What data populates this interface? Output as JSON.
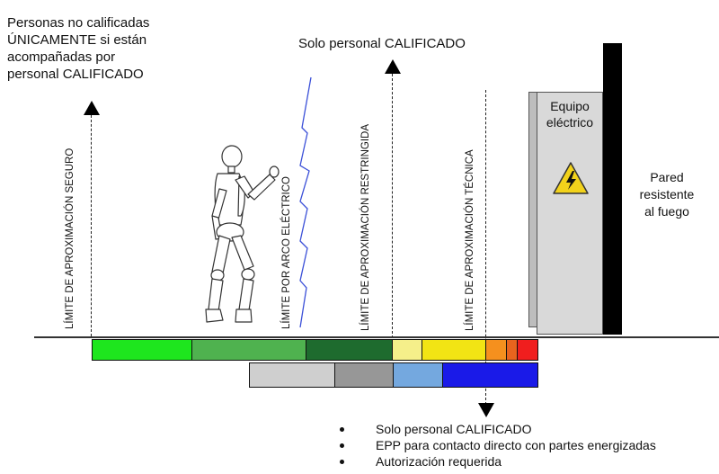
{
  "top_left_note": [
    "Personas no calificadas",
    "ÚNICAMENTE si están",
    "acompañadas por",
    "personal CALIFICADO"
  ],
  "top_center_note": "Solo personal CALIFICADO",
  "boundaries": {
    "seguro": "LÍMITE DE APROXIMACIÓN SEGURO",
    "arco": "LÍMITE POR ARCO ELÉCTRICO",
    "restringida": "LÍMITE DE APROXIMACIÓN RESTRINGIDA",
    "tecnica": "LÍMITE DE APROXIMACIÓN TÉCNICA"
  },
  "equipment": {
    "label": [
      "Equipo",
      "eléctrico"
    ]
  },
  "wall": {
    "label": [
      "Pared",
      "resistente",
      "al fuego"
    ]
  },
  "bullets": [
    "Solo personal CALIFICADO",
    "EPP para contacto directo con partes energizadas",
    "Autorización requerida"
  ],
  "colors": {
    "bright_green": "#1ee61e",
    "mid_green": "#4fb24f",
    "dark_green": "#1e6b2e",
    "light_yellow": "#f5ef8a",
    "yellow": "#f2e414",
    "orange": "#f5901e",
    "dark_orange": "#e8641e",
    "red": "#f01e1e",
    "light_gray": "#cfcfcf",
    "mid_gray": "#979797",
    "light_blue": "#74a8df",
    "blue": "#1a1ae8",
    "equipment_gray": "#d9d9d9",
    "wall": "#000000",
    "arc_line": "#3b50d8",
    "warning_yellow": "#f2d21b"
  }
}
